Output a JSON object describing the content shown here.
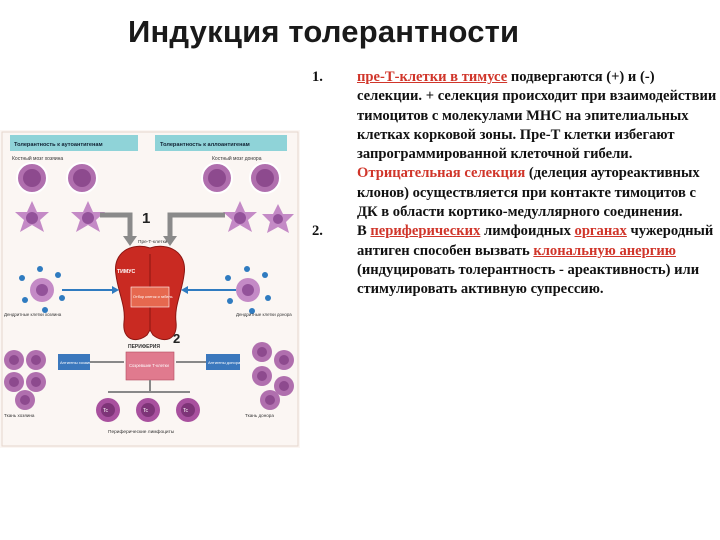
{
  "title": "Индукция толерантности",
  "figure": {
    "header_left": "Толерантность к аутоантигенам",
    "header_right": "Толерантность к аллоантигенам",
    "label_bm_own": "Костный мозг хозяина",
    "label_bm_donor": "Костный мозг донора",
    "label_pre_t": "Пре-Т-клетки",
    "label_thymus": "ТИМУС",
    "label_periphery": "ПЕРИФЕРИЯ",
    "label_dc_left": "Дендритные клетки хозяина",
    "label_dc_right": "Дендритные клетки донора",
    "label_death_box": "Отбор клеток и гибель",
    "label_mature_box": "Созревшие Т-клетки",
    "label_antigen_left": "Антигены хозяина",
    "label_antigen_right": "Антигены донора",
    "label_tissue_left": "Ткань хозяина",
    "label_tissue_right": "Ткань донора",
    "label_bottom": "Периферические лимфоциты",
    "marker_1": "1",
    "marker_2": "2",
    "cell_label": "Tc"
  },
  "list": [
    {
      "num": "1.",
      "parts": [
        {
          "t": "пре-Т-клетки в тимусе",
          "hl": true,
          "u": true
        },
        {
          "t": " подвергаются (+) и (-) селекции. + селекция происходит при взаимодействии тимоцитов с молекулами МНС на эпителиальных клетках корковой зоны. Пре-Т клетки избегают запрограммированной клеточной гибели. ",
          "hl": false,
          "u": false
        },
        {
          "t": "Отрицательная селекция",
          "hl": true,
          "u": false
        },
        {
          "t": " (делеция аутореактивных клонов) осуществляется при контакте тимоцитов с ДК в области кортико-медуллярного соединения.",
          "hl": false,
          "u": false
        }
      ]
    },
    {
      "num": "2.",
      "parts": [
        {
          "t": "В ",
          "hl": false,
          "u": false
        },
        {
          "t": "периферических",
          "hl": true,
          "u": true
        },
        {
          "t": " лимфоидных ",
          "hl": false,
          "u": false
        },
        {
          "t": "органах",
          "hl": true,
          "u": true
        },
        {
          "t": " чужеродный антиген способен вызвать ",
          "hl": false,
          "u": false
        },
        {
          "t": "клональную анергию",
          "hl": true,
          "u": true
        },
        {
          "t": " (индуцировать толерантность - ареактивность) или стимулировать активную супрессию.",
          "hl": false,
          "u": false
        }
      ]
    }
  ]
}
